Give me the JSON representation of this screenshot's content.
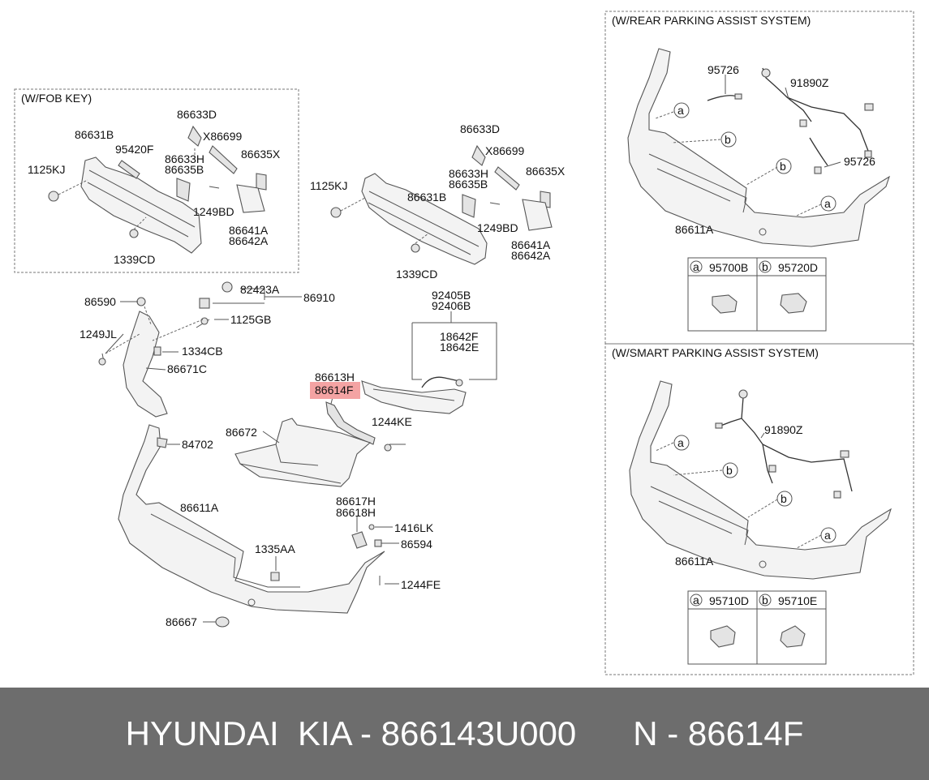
{
  "boxes": {
    "fob_key": "(W/FOB KEY)",
    "rear_parking": "(W/REAR PARKING ASSIST SYSTEM)",
    "smart_parking": "(W/SMART PARKING ASSIST SYSTEM)"
  },
  "callouts": {
    "fob_86633D": "86633D",
    "fob_86631B": "86631B",
    "fob_X86699": "X86699",
    "fob_95420F": "95420F",
    "fob_86633H": "86633H",
    "fob_86635B": "86635B",
    "fob_86635X": "86635X",
    "fob_1125KJ": "1125KJ",
    "fob_1249BD": "1249BD",
    "fob_86641A": "86641A",
    "fob_86642A": "86642A",
    "fob_1339CD": "1339CD",
    "m_86633D": "86633D",
    "m_X86699": "X86699",
    "m_86633H": "86633H",
    "m_86635B": "86635B",
    "m_86635X": "86635X",
    "m_1125KJ": "1125KJ",
    "m_86631B": "86631B",
    "m_1249BD": "1249BD",
    "m_86641A": "86641A",
    "m_86642A": "86642A",
    "m_1339CD": "1339CD",
    "p_86590": "86590",
    "p_82423A": "82423A",
    "p_86910": "86910",
    "p_1125GB": "1125GB",
    "p_1249JL": "1249JL",
    "p_1334CB": "1334CB",
    "p_86671C": "86671C",
    "p_92405B": "92405B",
    "p_92406B": "92406B",
    "p_18642F": "18642F",
    "p_18642E": "18642E",
    "p_86613H": "86613H",
    "p_86614F": "86614F",
    "p_1244KE": "1244KE",
    "p_86672": "86672",
    "p_84702": "84702",
    "p_86611A": "86611A",
    "p_86617H": "86617H",
    "p_86618H": "86618H",
    "p_1416LK": "1416LK",
    "p_86594": "86594",
    "p_1335AA": "1335AA",
    "p_1244FE": "1244FE",
    "p_86667": "86667",
    "r_95726a": "95726",
    "r_91890Z": "91890Z",
    "r_95726b": "95726",
    "r_86611A": "86611A",
    "s_91890Z": "91890Z",
    "s_86611A": "86611A"
  },
  "markers": {
    "a": "a",
    "b": "b"
  },
  "sensor_tables": {
    "rear": {
      "a": "95700B",
      "b": "95720D"
    },
    "smart": {
      "a": "95710D",
      "b": "95710E"
    }
  },
  "highlight_color": "#f4a3a3",
  "footer": {
    "left": "HYUNDAI  KIA - 866143U000",
    "right": "N - 86614F"
  }
}
